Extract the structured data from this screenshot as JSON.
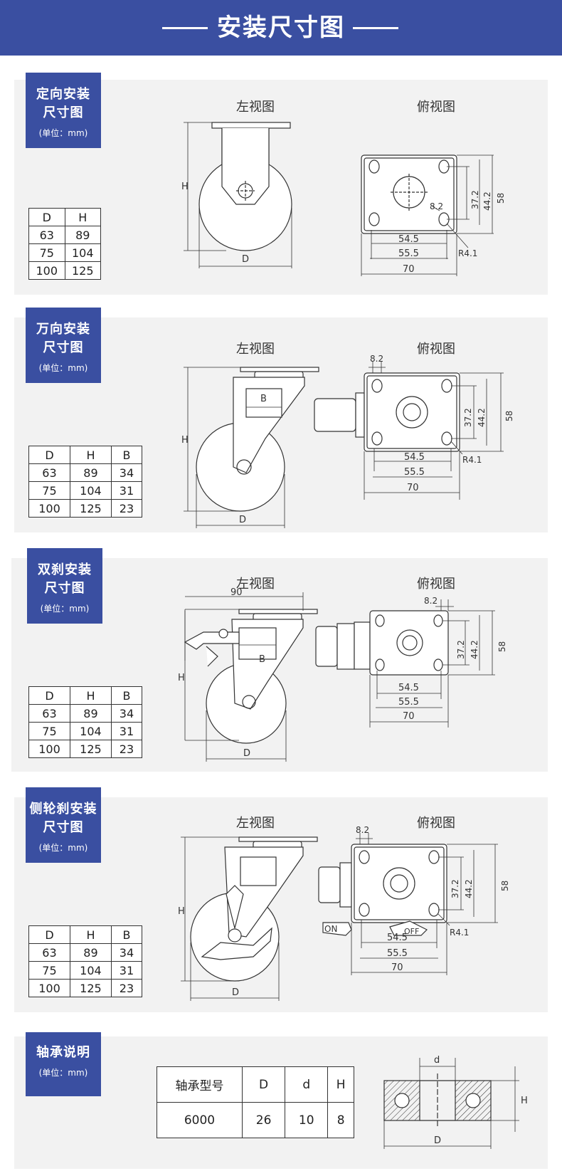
{
  "header": {
    "title": "安装尺寸图"
  },
  "sections": [
    {
      "label": [
        "定向安装",
        "尺寸图"
      ],
      "unit": "(单位：mm)",
      "side_view": "左视图",
      "top_view": "俯视图",
      "table": [
        [
          "D",
          "H"
        ],
        [
          "63",
          "89"
        ],
        [
          "75",
          "104"
        ],
        [
          "100",
          "125"
        ]
      ],
      "side_dims": {
        "h": "H",
        "d": "D"
      },
      "top_dims": {
        "a": "54.5",
        "b": "55.5",
        "c": "70",
        "d": "37.2",
        "e": "44.2",
        "f": "58",
        "g": "8.2",
        "r": "R4.1"
      }
    },
    {
      "label": [
        "万向安装",
        "尺寸图"
      ],
      "unit": "(单位：mm)",
      "side_view": "左视图",
      "top_view": "俯视图",
      "table": [
        [
          "D",
          "H",
          "B"
        ],
        [
          "63",
          "89",
          "34"
        ],
        [
          "75",
          "104",
          "31"
        ],
        [
          "100",
          "125",
          "23"
        ]
      ],
      "side_dims": {
        "h": "H",
        "d": "D",
        "b": "B"
      },
      "top_dims": {
        "a": "54.5",
        "b": "55.5",
        "c": "70",
        "d": "37.2",
        "e": "44.2",
        "f": "58",
        "g": "8.2",
        "r": "R4.1"
      }
    },
    {
      "label": [
        "双刹安装",
        "尺寸图"
      ],
      "unit": "(单位：mm)",
      "side_view": "左视图",
      "top_view": "俯视图",
      "table": [
        [
          "D",
          "H",
          "B"
        ],
        [
          "63",
          "89",
          "34"
        ],
        [
          "75",
          "104",
          "31"
        ],
        [
          "100",
          "125",
          "23"
        ]
      ],
      "side_dims": {
        "h": "H",
        "d": "D",
        "b": "B",
        "w": "90"
      },
      "top_dims": {
        "a": "54.5",
        "b": "55.5",
        "c": "70",
        "d": "37.2",
        "e": "44.2",
        "f": "58",
        "g": "8.2"
      }
    },
    {
      "label": [
        "侧轮刹安装",
        "尺寸图"
      ],
      "unit": "(单位：mm)",
      "side_view": "左视图",
      "top_view": "俯视图",
      "table": [
        [
          "D",
          "H",
          "B"
        ],
        [
          "63",
          "89",
          "34"
        ],
        [
          "75",
          "104",
          "31"
        ],
        [
          "100",
          "125",
          "23"
        ]
      ],
      "side_dims": {
        "h": "H",
        "d": "D"
      },
      "top_dims": {
        "a": "54.5",
        "b": "55.5",
        "c": "70",
        "d": "37.2",
        "e": "44.2",
        "f": "58",
        "g": "8.2",
        "r": "R4.1",
        "on": "ON",
        "off": "OFF"
      }
    }
  ],
  "bearing": {
    "label": "轴承说明",
    "unit": "(单位：mm)",
    "table": [
      [
        "轴承型号",
        "D",
        "d",
        "H"
      ],
      [
        "6000",
        "26",
        "10",
        "8"
      ]
    ],
    "dims": {
      "small_d": "d",
      "big_d": "D",
      "h": "H"
    }
  }
}
